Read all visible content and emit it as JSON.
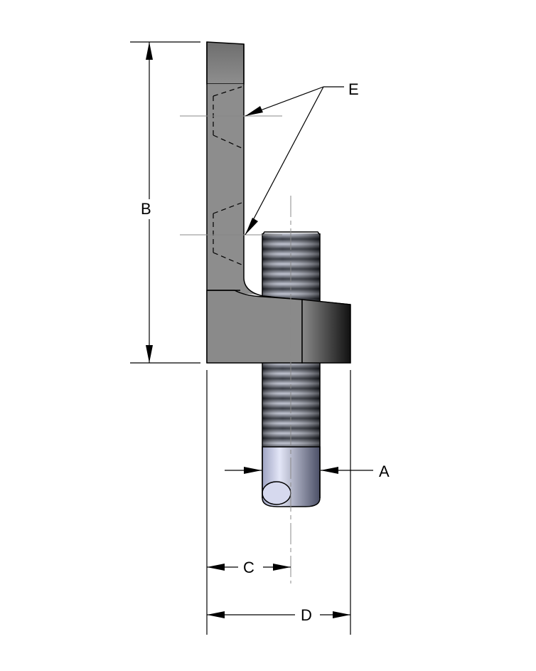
{
  "labels": {
    "a": "A",
    "b": "B",
    "c": "C",
    "d": "D",
    "e": "E"
  },
  "colors": {
    "part": "#8a8a8a",
    "part_dark": "#1a1a1a",
    "rod": "#c9cde8",
    "line": "#000000"
  }
}
